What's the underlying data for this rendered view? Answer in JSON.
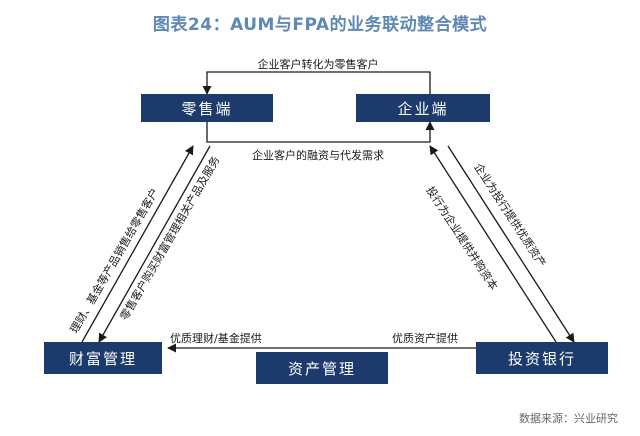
{
  "title": "图表24：AUM与FPA的业务联动整合模式",
  "nodes": {
    "retail": "零售端",
    "corporate": "企业端",
    "wealth_management": "财富管理",
    "asset_management": "资产管理",
    "investment_banking": "投资银行"
  },
  "links": {
    "corp_to_retail": "企业客户转化为零售客户",
    "corp_financing": "企业客户的融资与代发需求",
    "wealth_to_retail": "理财、基金等产品销售给零售客户",
    "retail_to_wealth": "零售客户购买财富管理相关产品及服务",
    "corp_to_ib": "企业为投行提供优质资产",
    "ib_to_corp": "投行为企业提供并购资本",
    "am_to_wealth": "优质理财/基金提供",
    "ib_to_am": "优质资产提供"
  },
  "source": "数据来源：兴业研究",
  "colors": {
    "node_bg": "#1c3a6b",
    "title": "#5f88b3",
    "arrow": "#1a1a1a"
  }
}
